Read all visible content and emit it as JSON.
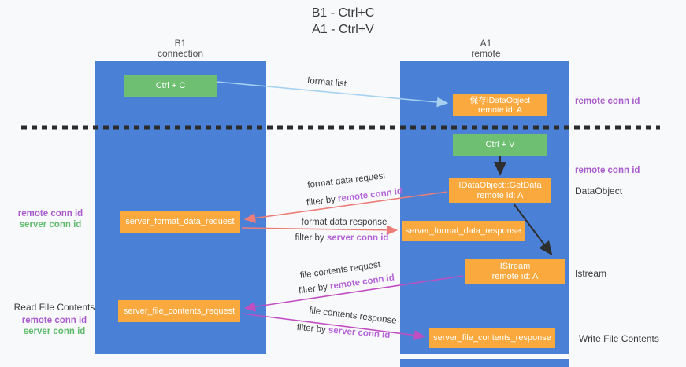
{
  "title": {
    "line1": "B1 - Ctrl+C",
    "line2": "A1 - Ctrl+V"
  },
  "columns": {
    "left": {
      "name": "B1",
      "subtitle": "connection"
    },
    "right": {
      "name": "A1",
      "subtitle": "remote"
    }
  },
  "boxes": {
    "ctrl_c": {
      "label": "Ctrl + C"
    },
    "save_obj": {
      "line1": "保存IDataObject",
      "line2": "remote id: A"
    },
    "ctrl_v": {
      "label": "Ctrl + V"
    },
    "getdata": {
      "line1": "IDataObject::GetData",
      "line2": "remote id: A"
    },
    "format_request": {
      "label": "server_format_data_request"
    },
    "format_response": {
      "label": "server_format_data_response"
    },
    "istream": {
      "line1": "IStream",
      "line2": "remote id: A"
    },
    "file_request": {
      "label": "server_file_contents_request"
    },
    "file_response": {
      "label": "server_file_contents_response"
    }
  },
  "flows": {
    "format_list": {
      "label": "format list"
    },
    "format_data_request": {
      "label": "format data request",
      "filter_prefix": "filter by ",
      "filter_key": "remote conn id"
    },
    "format_data_response": {
      "label": "format data response",
      "filter_prefix": "filter by ",
      "filter_key": "server conn id"
    },
    "file_contents_request": {
      "label": "file contents request",
      "filter_prefix": "filter by ",
      "filter_key": "remote conn id"
    },
    "file_contents_response": {
      "label": "file contents response",
      "filter_prefix": "filter by ",
      "filter_key": "server conn id"
    }
  },
  "side_labels": {
    "right_remote_conn_id_top": "remote conn id",
    "right_remote_conn_id_mid": "remote conn id",
    "dataobject": "DataObject",
    "istream": "Istream",
    "write_file_contents": "Write File Contents",
    "left_remote_conn_id_1": "remote conn id",
    "left_server_conn_id_1": "server conn id",
    "read_file_contents": "Read File Contents",
    "left_remote_conn_id_2": "remote conn id",
    "left_server_conn_id_2": "server conn id"
  },
  "colors": {
    "bg": "#f8f9fb",
    "column_blue": "#4a80d6",
    "box_orange": "#f9a93e",
    "box_green": "#6ebf71",
    "arrow_blue": "#a6d2f0",
    "arrow_red": "#ec7d78",
    "arrow_magenta": "#c24fc2",
    "label_purple": "#a95ccb",
    "filter_purple": "#b466d8",
    "label_green": "#5fba6b",
    "text_dark": "#3b3b3b"
  }
}
